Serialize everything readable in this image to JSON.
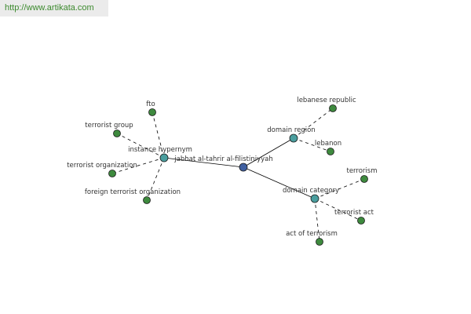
{
  "header": {
    "url": "http://www.artikata.com"
  },
  "graph": {
    "colors": {
      "root": "#3f5fa0",
      "relation": "#4a9e9e",
      "leaf": "#3e8a3e",
      "node_stroke": "#1a1a1a",
      "edge": "#000000"
    },
    "root": {
      "label": "jabhat al-tahrir al-filistiniyyah"
    },
    "relations": [
      {
        "label": "instance hypernym",
        "leaves": [
          "fto",
          "terrorist group",
          "terrorist organization",
          "foreign terrorist organization"
        ]
      },
      {
        "label": "domain region",
        "leaves": [
          "lebanese republic",
          "lebanon"
        ]
      },
      {
        "label": "domain category",
        "leaves": [
          "terrorism",
          "terrorist act",
          "act of terrorism"
        ]
      }
    ]
  }
}
